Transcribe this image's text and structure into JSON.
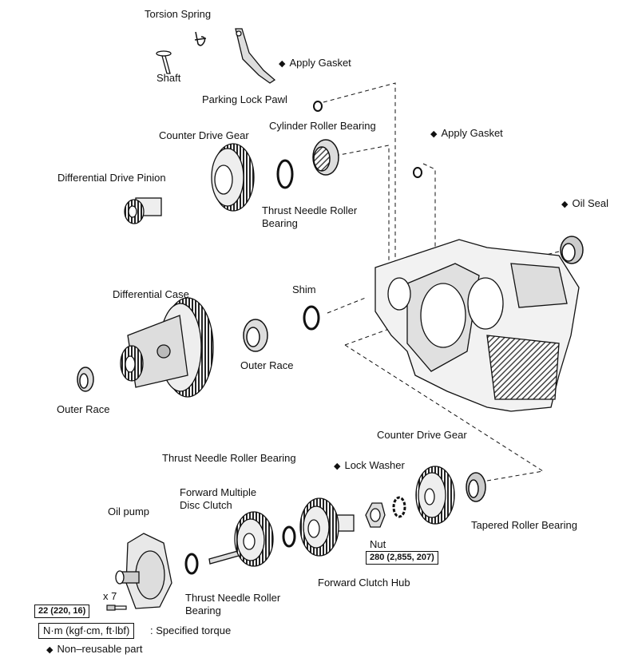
{
  "labels": {
    "torsion_spring": "Torsion Spring",
    "shaft": "Shaft",
    "parking_lock_pawl": "Parking Lock Pawl",
    "apply_gasket_1": "Apply Gasket",
    "apply_gasket_2": "Apply Gasket",
    "counter_drive_gear_top": "Counter Drive Gear",
    "cylinder_roller_bearing": "Cylinder Roller Bearing",
    "differential_drive_pinion": "Differential Drive Pinion",
    "thrust_needle_roller_bearing_top_1": "Thrust  Needle  Roller",
    "thrust_needle_roller_bearing_top_2": "Bearing",
    "oil_seal": "Oil Seal",
    "shim": "Shim",
    "differential_case": "Differential Case",
    "outer_race_mid": "Outer Race",
    "outer_race_left": "Outer Race",
    "counter_drive_gear_bottom": "Counter Drive Gear",
    "thrust_needle_roller_bearing_mid": "Thrust Needle Roller Bearing",
    "lock_washer": "Lock Washer",
    "forward_multiple_disc_clutch_1": "Forward  Multiple",
    "forward_multiple_disc_clutch_2": "Disc Clutch",
    "oil_pump": "Oil pump",
    "tapered_roller_bearing": "Tapered Roller Bearing",
    "nut": "Nut",
    "forward_clutch_hub": "Forward Clutch Hub",
    "thrust_needle_roller_bearing_bottom_1": "Thrust   Needle   Roller",
    "thrust_needle_roller_bearing_bottom_2": "Bearing",
    "bolt_count": "x 7"
  },
  "torque": {
    "nut_value": "280 (2,855, 207)",
    "bolt_value": "22 (220, 16)"
  },
  "legend": {
    "unit_box": "N·m (kgf·cm, ft·lbf)",
    "unit_desc": ": Specified torque",
    "nonreusable": "Non–reusable part"
  }
}
